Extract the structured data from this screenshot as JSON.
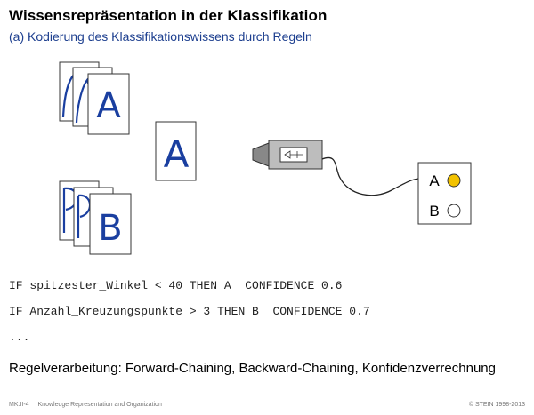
{
  "title": "Wissensrepräsentation in der Klassifikation",
  "subtitle": "(a) Kodierung des Klassifikationswissens durch Regeln",
  "figure": {
    "letter_a": "A",
    "letter_b": "B",
    "output_a": "A",
    "output_b": "B",
    "lamp_on_color": "#f2c200",
    "ink_color": "#1a3fa0"
  },
  "rules": [
    "IF spitzester_Winkel < 40 THEN A  CONFIDENCE 0.6",
    "IF Anzahl_Kreuzungspunkte > 3 THEN B  CONFIDENCE 0.7",
    "..."
  ],
  "processing": "Regelverarbeitung: Forward-Chaining, Backward-Chaining, Konfidenzverrechnung",
  "footer": {
    "chapter": "MK:II-4",
    "topic": "Knowledge Representation and Organization",
    "copyright": "© STEIN 1998-2013"
  }
}
